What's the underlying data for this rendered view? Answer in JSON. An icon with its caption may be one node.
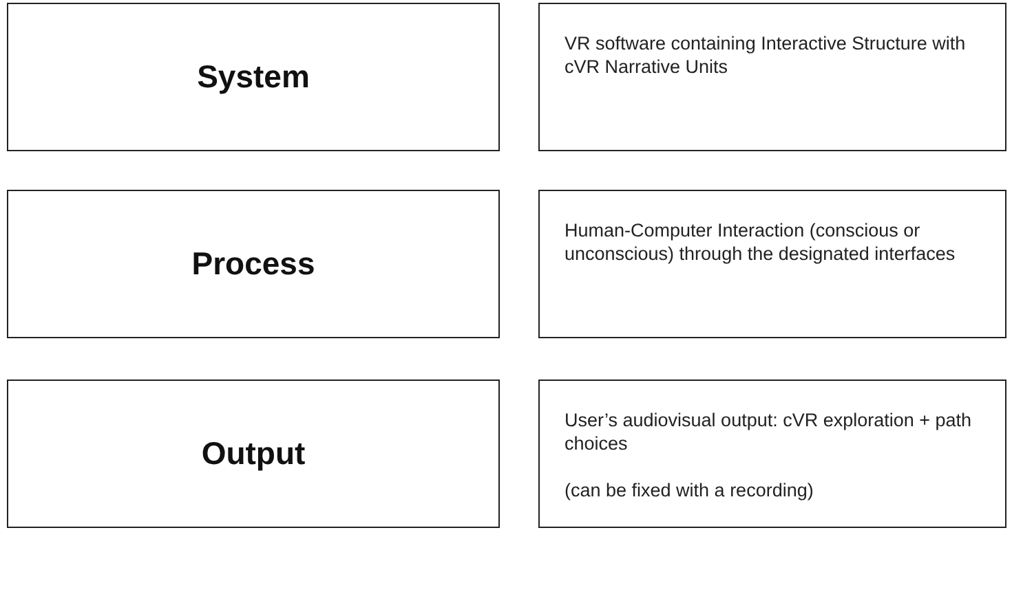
{
  "diagram": {
    "nodes": [
      {
        "text": [
          "System"
        ]
      },
      {
        "text": [
          "VR software containing Interactive Structure with cVR Narrative Units"
        ]
      },
      {
        "text": [
          "Process"
        ]
      },
      {
        "text": [
          "Human-Computer Interaction (conscious or unconscious) through the designated interfaces"
        ]
      },
      {
        "text": [
          "Output"
        ]
      },
      {
        "text": [
          "User’s audiovisual output: cVR exploration + path choices",
          "(can be fixed with a recording)"
        ]
      }
    ]
  }
}
